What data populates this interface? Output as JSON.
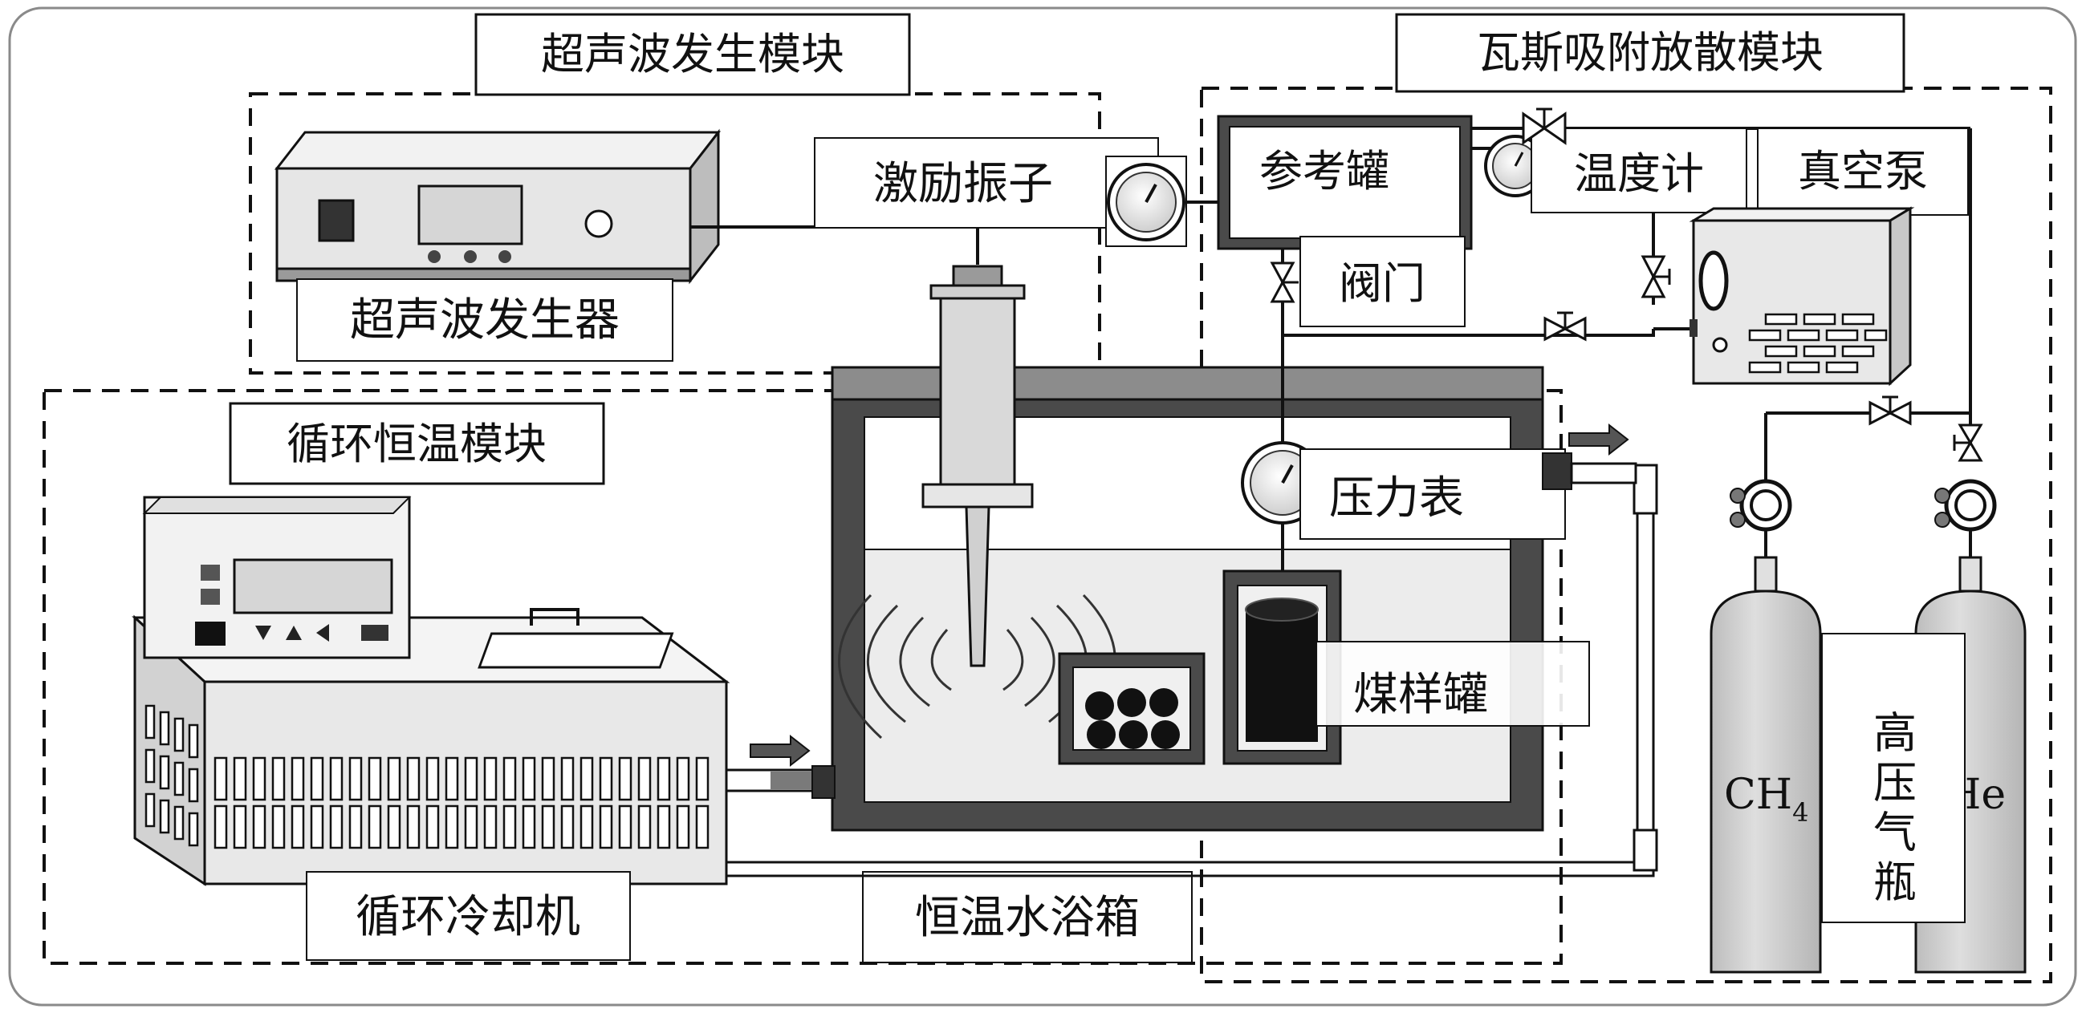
{
  "modules": {
    "ultrasonic": "超声波发生模块",
    "gas": "瓦斯吸附放散模块",
    "thermostat": "循环恒温模块"
  },
  "components": {
    "ultrasonic_generator": "超声波发生器",
    "transducer": "激励振子",
    "reference_tank": "参考罐",
    "thermometer": "温度计",
    "vacuum_pump": "真空泵",
    "valve": "阀门",
    "pressure_gauge": "压力表",
    "coal_tank": "煤样罐",
    "high_pressure_cylinder": "高压气瓶",
    "cooler": "循环冷却机",
    "water_bath": "恒温水浴箱"
  },
  "gases": {
    "methane_base": "CH",
    "methane_sub": "4",
    "helium": "He"
  },
  "colors": {
    "line": "#111111",
    "tank_wall": "#4a4a4a",
    "lid": "#8c8c8c",
    "water": "#ececec",
    "cylinder": "#d0d0d0",
    "device": "#e6e6e6"
  }
}
